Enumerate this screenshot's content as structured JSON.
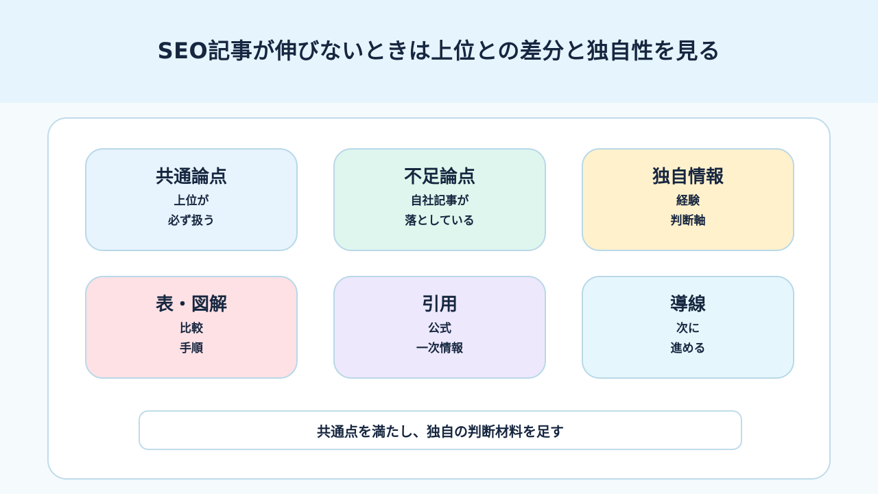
{
  "header": {
    "title": "SEO記事が伸びないときは上位との差分と独自性を見る"
  },
  "cards": [
    {
      "title": "共通論点",
      "lines": [
        "上位が",
        "必ず扱う"
      ],
      "bg": "#e7f3fd"
    },
    {
      "title": "不足論点",
      "lines": [
        "自社記事が",
        "落としている"
      ],
      "bg": "#dff6ee"
    },
    {
      "title": "独自情報",
      "lines": [
        "経験",
        "判断軸"
      ],
      "bg": "#fff1cc"
    },
    {
      "title": "表・図解",
      "lines": [
        "比較",
        "手順"
      ],
      "bg": "#fde1e5"
    },
    {
      "title": "引用",
      "lines": [
        "公式",
        "一次情報"
      ],
      "bg": "#ede8fc"
    },
    {
      "title": "導線",
      "lines": [
        "次に",
        "進める"
      ],
      "bg": "#e5f7fd"
    }
  ],
  "summary": {
    "text": "共通点を満たし、独自の判断材料を足す"
  }
}
